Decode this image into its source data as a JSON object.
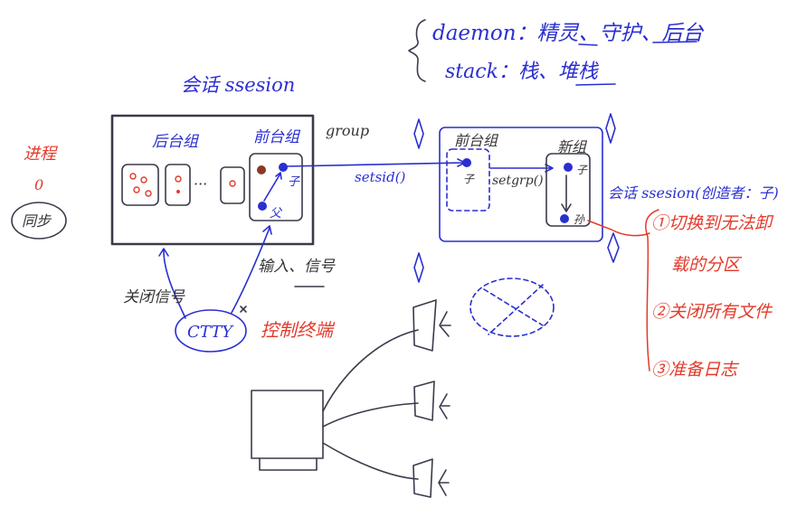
{
  "colors": {
    "blue_ink": "#2a2fd0",
    "red_ink": "#e23a2a",
    "dark_ink": "#333333"
  },
  "notes": {
    "daemon_line": "daemon：精灵、守护、后台",
    "stack_line": "stack：栈、堆栈"
  },
  "left": {
    "session_title": "会话 ssesion",
    "group_label": "group",
    "background_group": "后台组",
    "foreground_group": "前台组",
    "ellipsis": "···",
    "child_label": "子",
    "parent_label": "父",
    "signal_label": "关闭信号",
    "input_label": "输入、信号",
    "ctty": "CTTY",
    "control_terminal": "控制终端"
  },
  "process_note": {
    "line1": "进程",
    "line2": "0",
    "line3": "同步"
  },
  "right": {
    "foreground_group": "前台组",
    "child_label": "子",
    "new_group": "新组",
    "setsid": "setsid()",
    "setpgrp": "setgrp()",
    "session_creator": "会话 ssesion(创造者：子)",
    "grandchild": "孙"
  },
  "daemon_steps": [
    "①切换到无法卸",
    "载的分区",
    "②关闭所有文件",
    "③准备日志"
  ]
}
